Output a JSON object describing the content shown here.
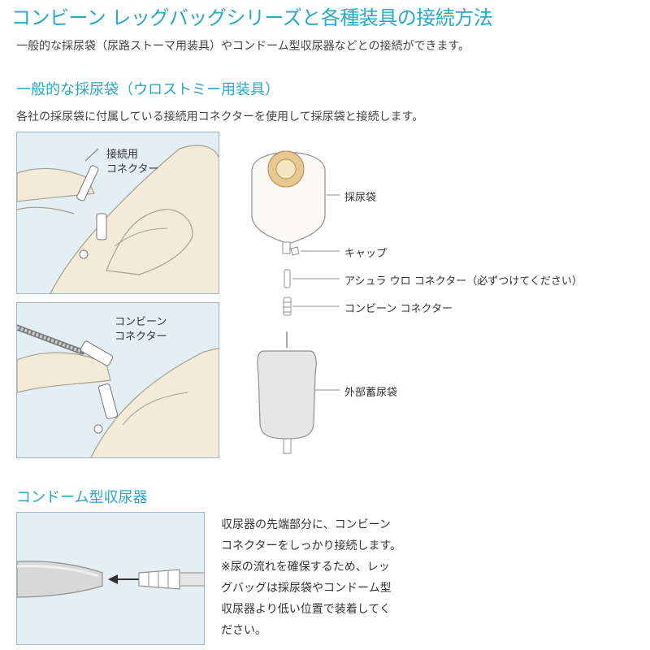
{
  "header": {
    "title": "コンビーン レッグバッグシリーズと各種装具の接続方法",
    "lead": "一般的な採尿袋（尿路ストーマ用装具）やコンドーム型収尿器などとの接続ができます。"
  },
  "section1": {
    "heading": "一般的な採尿袋（ウロストミー用装具）",
    "text": "各社の採尿袋に付属している接続用コネクターを使用して採尿袋と接続します。",
    "panel1_label": [
      "接続用",
      "コネクター"
    ],
    "panel2_label": [
      "コンビーン",
      "コネクター"
    ],
    "diagram_labels": {
      "pouch": "採尿袋",
      "cap": "キャップ",
      "asura_connector": "アシュラ ウロ コネクター（必ずつけてください）",
      "conveen_connector": "コンビーン コネクター",
      "bag": "外部蓄尿袋"
    }
  },
  "section2": {
    "heading": "コンドーム型収尿器",
    "text_lines": [
      "収尿器の先端部分に、コンビーン",
      "コネクターをしっかり接続します。",
      "※尿の流れを確保するため、レッ",
      "グバッグは採尿袋やコンドーム型",
      "収尿器より低い位置で装着してく",
      "ださい。"
    ]
  },
  "colors": {
    "accent": "#2aa8c4",
    "panel_bg": "#e3eff5",
    "skin": "#f4ead8"
  }
}
